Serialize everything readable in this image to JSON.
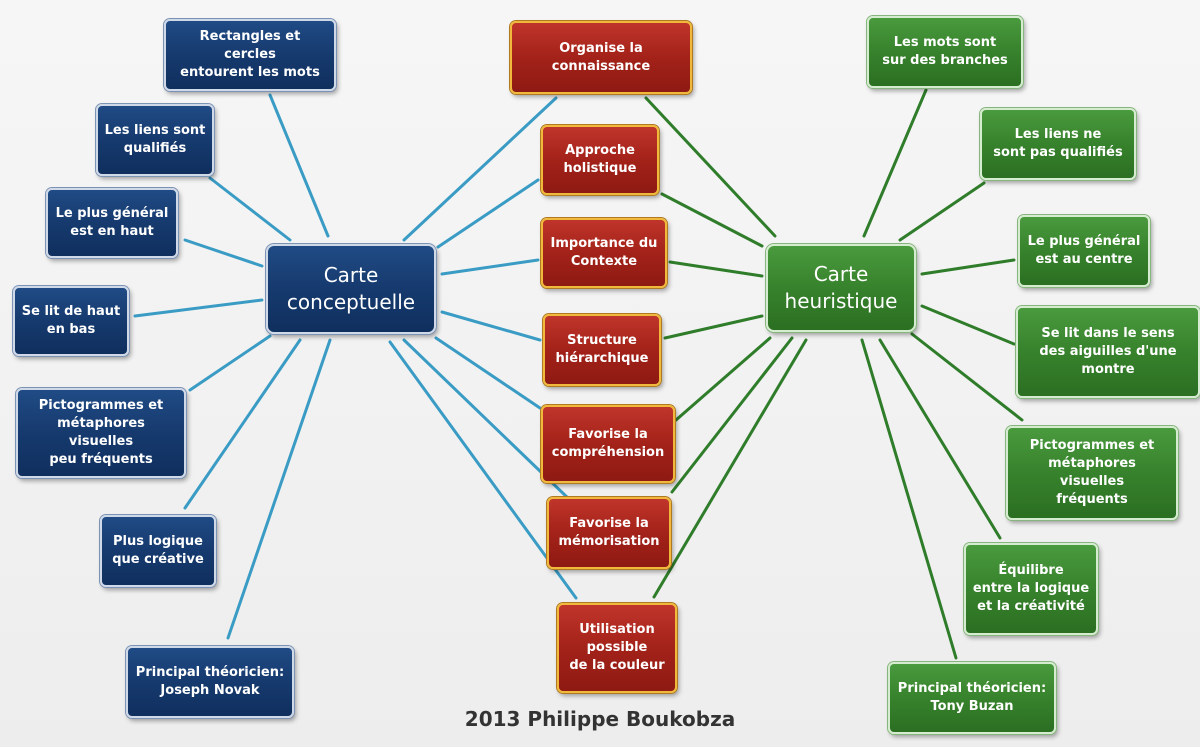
{
  "hubs": {
    "conceptual": "Carte\nconceptuelle",
    "heuristic": "Carte\nheuristique"
  },
  "conceptual_branches": [
    "Rectangles et cercles\nentourent les mots",
    "Les liens sont\nqualifiés",
    "Le plus général\nest en haut",
    "Se lit de haut\nen bas",
    "Pictogrammes et\nmétaphores\nvisuelles\npeu fréquents",
    "Plus logique\nque créative",
    "Principal théoricien:\nJoseph Novak"
  ],
  "shared_branches": [
    "Organise la\nconnaissance",
    "Approche\nholistique",
    "Importance du\nContexte",
    "Structure\nhiérarchique",
    "Favorise la\ncompréhension",
    "Favorise la\nmémorisation",
    "Utilisation\npossible\nde la couleur"
  ],
  "heuristic_branches": [
    "Les mots sont\nsur des branches",
    "Les liens ne\nsont pas qualifiés",
    "Le plus général\nest au centre",
    "Se lit dans le sens\ndes aiguilles d'une\nmontre",
    "Pictogrammes et\nmétaphores\nvisuelles\nfréquents",
    "Équilibre\nentre la logique\net la créativité",
    "Principal théoricien:\nTony Buzan"
  ],
  "credit": "2013 Philippe Boukobza",
  "colors": {
    "conceptual": "#163a6e",
    "shared": "#a32219",
    "heuristic": "#37822c",
    "conceptual_link": "#3a9cc4",
    "heuristic_link": "#2f7d2a"
  }
}
